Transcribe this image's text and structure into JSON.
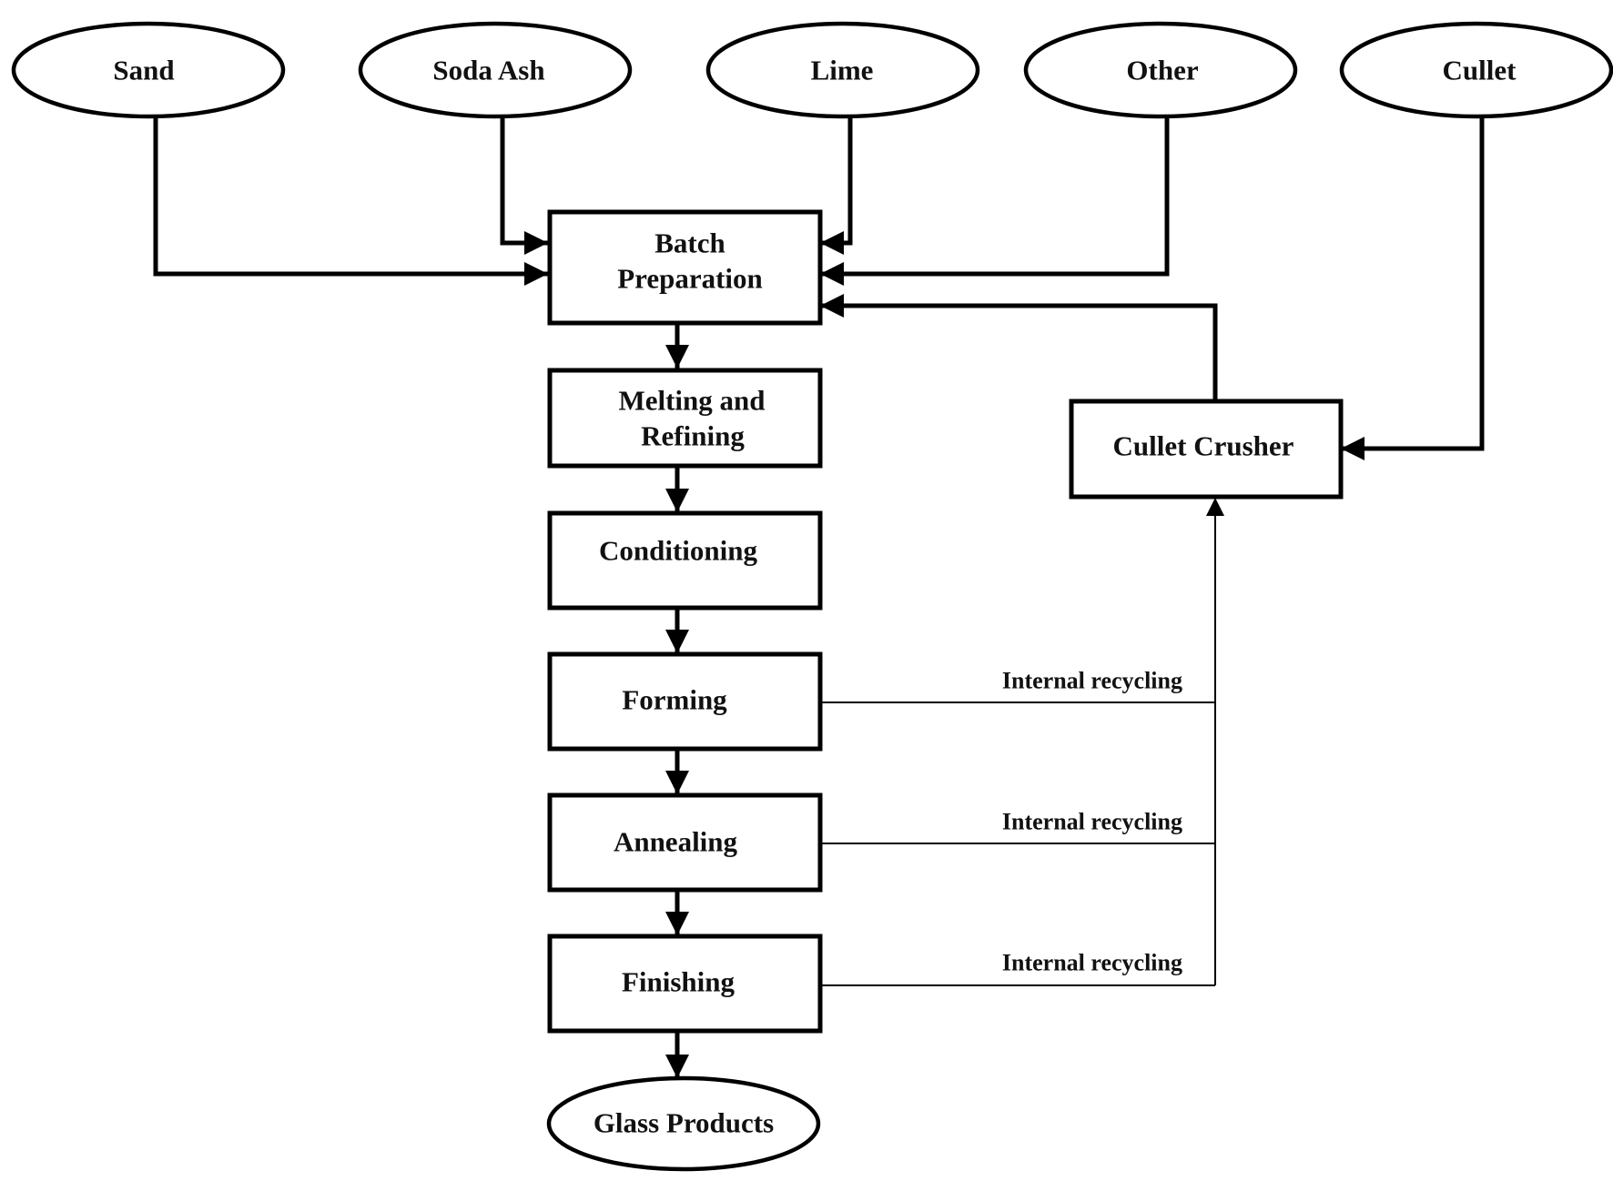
{
  "inputs": {
    "sand": "Sand",
    "soda_ash": "Soda Ash",
    "lime": "Lime",
    "other": "Other",
    "cullet": "Cullet"
  },
  "process": {
    "batch_line1": "Batch",
    "batch_line2": "Preparation",
    "melting_line1": "Melting and",
    "melting_line2": "Refining",
    "conditioning": "Conditioning",
    "forming": "Forming",
    "annealing": "Annealing",
    "finishing": "Finishing"
  },
  "cullet_crusher": "Cullet Crusher",
  "output": "Glass Products",
  "recycling_labels": {
    "forming": "Internal recycling",
    "annealing": "Internal recycling",
    "finishing": "Internal recycling"
  }
}
